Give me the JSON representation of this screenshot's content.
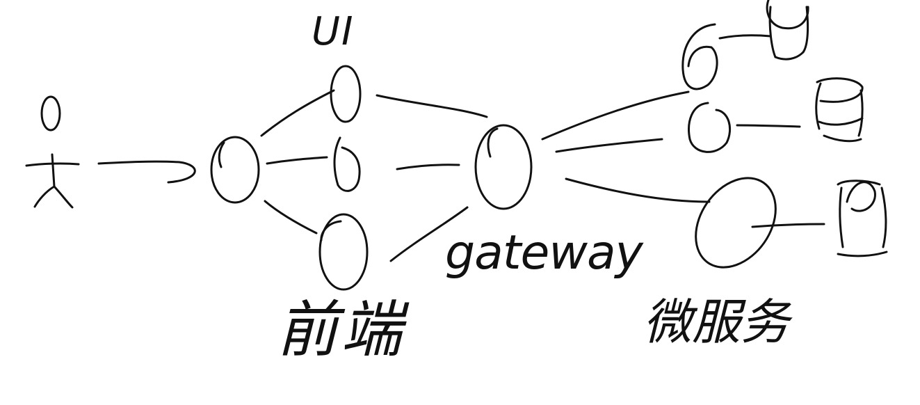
{
  "diagram": {
    "labels": {
      "ui": "UI",
      "gateway": "gateway",
      "frontend": "前端",
      "microservices": "微服务"
    },
    "colors": {
      "ink": "#111111",
      "background": "#ffffff"
    }
  }
}
